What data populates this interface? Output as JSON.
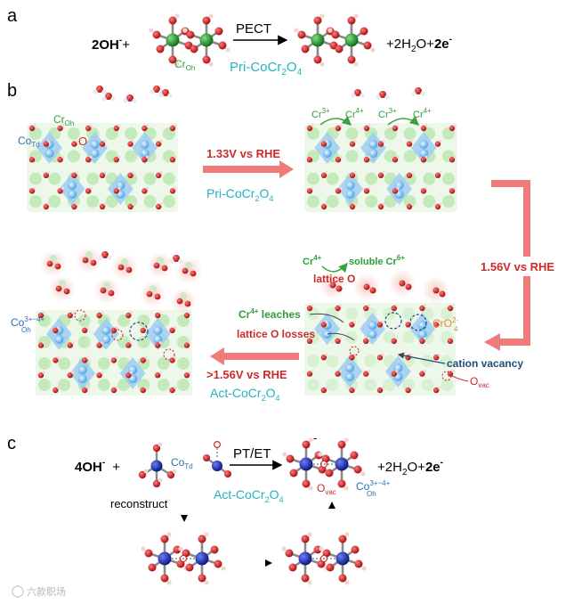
{
  "panels": {
    "a": {
      "letter": "a",
      "reactant": "2OH",
      "reactant_sup": "-",
      "plus1": "+",
      "arrow_label": "PECT",
      "site_label": "Cr",
      "site_sub": "Oh",
      "phase_label": "Pri-CoCr",
      "phase_sub": "2",
      "phase_tail": "O",
      "phase_sub2": "4",
      "products": "+2H",
      "products_sub": "2",
      "products_mid": "O+",
      "electrons": "2e",
      "electrons_sup": "-"
    },
    "b": {
      "letter": "b",
      "cr_oh": "Cr",
      "cr_oh_sub": "Oh",
      "co_td": "Co",
      "co_td_sub": "Td",
      "o_label": "O",
      "cr3": "Cr",
      "cr3_sup": "3+",
      "cr4": "Cr",
      "cr4_sup": "4+",
      "step1_voltage": "1.33V vs RHE",
      "step1_phase": "Pri-CoCr",
      "step1_phase_sub": "2",
      "step1_phase_tail": "O",
      "step1_phase_sub2": "4",
      "step2_voltage": "1.56V vs RHE",
      "cr4_top": "Cr",
      "cr4_top_sup": "4+",
      "soluble": "soluble Cr",
      "soluble_sup": "6+",
      "lattice_o": "lattice O",
      "cr4_leaches": "Cr",
      "cr4_leaches_sup": "4+",
      "cr4_leaches_tail": " leaches",
      "lattice_losses": "lattice O losses",
      "step3_voltage": ">1.56V vs RHE",
      "act_phase": "Act-CoCr",
      "act_phase_sub": "2",
      "act_phase_tail": "O",
      "act_phase_sub2": "4",
      "co_oh": "Co",
      "co_oh_sup": "3+~4+",
      "co_oh_sub": "Oh",
      "cro4": "CrO",
      "cro4_sup": "2-",
      "cro4_sub": "4",
      "cation_vacancy": "cation vacancy",
      "o_vac": "O",
      "o_vac_sub": "vac"
    },
    "c": {
      "letter": "c",
      "reactant": "4OH",
      "reactant_sup": "-",
      "plus1": "+",
      "co_td": "Co",
      "co_td_sub": "Td",
      "arrow_label": "PT/ET",
      "minus": "-",
      "products": "+2H",
      "products_sub": "2",
      "products_mid": "O+",
      "electrons": "2e",
      "electrons_sup": "-",
      "act_phase": "Act-CoCr",
      "act_phase_sub": "2",
      "act_phase_tail": "O",
      "act_phase_sub2": "4",
      "o_vac": "O",
      "o_vac_sub": "vac",
      "co_oh": "Co",
      "co_oh_sup": "3+~4+",
      "co_oh_sub": "Oh",
      "reconstruct": "reconstruct"
    }
  },
  "colors": {
    "green": "#2e9e3a",
    "teal": "#22b3c2",
    "blue": "#2a6fb0",
    "red": "#cc2b2b",
    "orange": "#e58a2c",
    "dark": "#000000",
    "navy": "#1a2d8f",
    "arrow_pink": "#f07b7b",
    "lattice_blue": "#8cc4ee",
    "lattice_green": "#bfe8b6"
  },
  "watermark": "六款职场"
}
